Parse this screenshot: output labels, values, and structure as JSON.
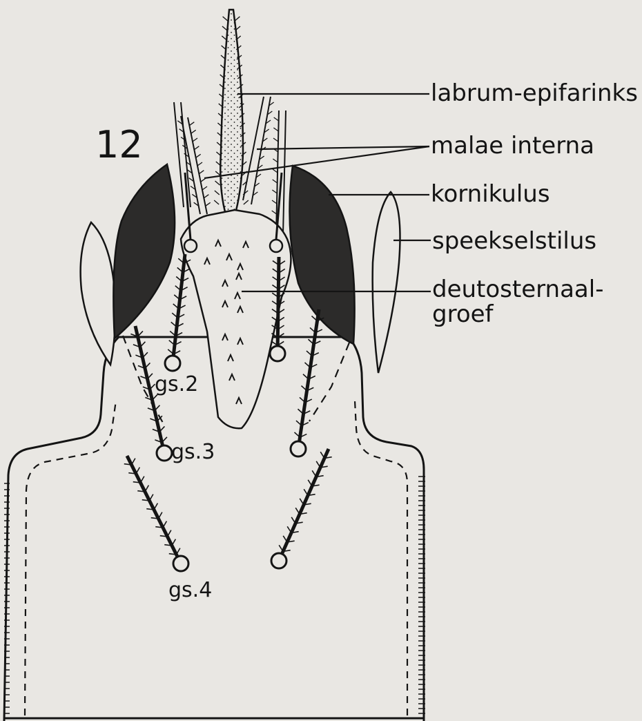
{
  "figure": {
    "number": "12",
    "colors": {
      "paper": "#e9e7e3",
      "ink": "#141414",
      "fill_dark": "#2c2b2a"
    }
  },
  "labels": {
    "labrum": "labrum-epifarinks",
    "malae": "malae interna",
    "kornikulus": "kornikulus",
    "speekselstilus": "speekselstilus",
    "deutosternaal_line1": "deutosternaal-",
    "deutosternaal_line2": "groef"
  },
  "setae": {
    "gs2": "gs.2",
    "gs3": "gs.3",
    "gs4": "gs.4"
  }
}
